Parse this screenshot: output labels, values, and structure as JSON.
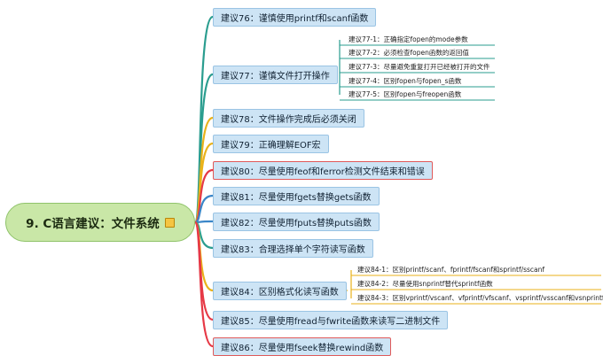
{
  "root": {
    "title": "9. C语言建议：文件系统"
  },
  "branches": [
    {
      "label": "建议76：谨慎使用printf和scanf函数",
      "highlight": false
    },
    {
      "label": "建议77：谨慎文件打开操作",
      "highlight": false,
      "children": [
        "建议77-1：正确指定fopen的mode参数",
        "建议77-2：必须检查fopen函数的返回值",
        "建议77-3：尽量避免重复打开已经被打开的文件",
        "建议77-4：区别fopen与fopen_s函数",
        "建议77-5：区别fopen与freopen函数"
      ]
    },
    {
      "label": "建议78：文件操作完成后必须关闭",
      "highlight": false
    },
    {
      "label": "建议79：正确理解EOF宏",
      "highlight": false
    },
    {
      "label": "建议80：尽量使用feof和ferror检测文件结束和错误",
      "highlight": true
    },
    {
      "label": "建议81：尽量使用fgets替换gets函数",
      "highlight": false
    },
    {
      "label": "建议82：尽量使用fputs替换puts函数",
      "highlight": false
    },
    {
      "label": "建议83：合理选择单个字符读写函数",
      "highlight": false
    },
    {
      "label": "建议84：区别格式化读写函数",
      "highlight": false,
      "children": [
        "建议84-1：区别printf/scanf、fprintf/fscanf和sprintf/sscanf",
        "建议84-2：尽量使用snprintf替代sprintf函数",
        "建议84-3：区别vprintf/vscanf、vfprintf/vfscanf、vsprintf/vsscanf和vsnprintf"
      ]
    },
    {
      "label": "建议85：尽量使用fread与fwrite函数来读写二进制文件",
      "highlight": false
    },
    {
      "label": "建议86：尽量使用fseek替换rewind函数",
      "highlight": true
    }
  ]
}
